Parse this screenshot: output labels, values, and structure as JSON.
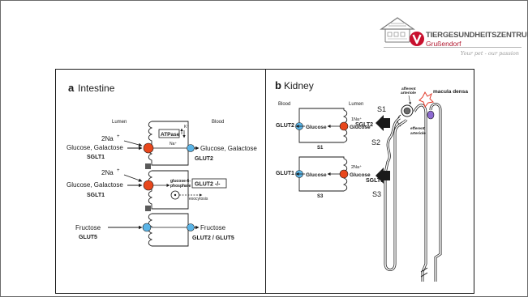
{
  "logo": {
    "name": "TIERGESUNDHEITSZENTRUM",
    "place": "Grußendorf",
    "tagline": "Your pet - our passion",
    "colors": {
      "red": "#c8102e",
      "gray": "#6e6e6e"
    }
  },
  "intestine": {
    "letter": "a",
    "title": "Intestine",
    "lumen": "Lumen",
    "blood": "Blood",
    "na_upper": "2Na",
    "na_lower": "2Na",
    "plus": "+",
    "sugar_upper": "Glucose, Galactose",
    "sglt1_upper": "SGLT1",
    "atpase": "ATPase",
    "k": "K⁺",
    "na_small": "Na⁺",
    "sugar_blood": "Glucose, Galactose",
    "glut2": "GLUT2",
    "sugar_lower": "Glucose, Galactose",
    "sglt1_lower": "SGLT1",
    "g6p_1": "glucose-6-",
    "g6p_2": "phosphate",
    "glut2_ko": "GLUT2 -/-",
    "exocytosis": "exocytosis",
    "fructose_lumen": "Fructose",
    "glut5": "GLUT5",
    "fructose_blood": "Fructose",
    "glut2_glut5": "GLUT2 / GLUT5"
  },
  "kidney": {
    "letter": "b",
    "title": "Kidney",
    "blood": "Blood",
    "lumen": "Lumen",
    "glut2": "GLUT2",
    "glucose_s1_blood": "Glucose",
    "na_s1": "1Na⁺",
    "glucose_s1_lumen": "Glucose",
    "s1_label": "S1",
    "glut1": "GLUT1",
    "glucose_s3_blood": "Glucose",
    "na_s3": "2Na⁺",
    "glucose_s3_lumen": "Glucose",
    "s3_label": "S3",
    "afferent_1": "afferent",
    "afferent_2": "arteriole",
    "efferent_1": "efferent",
    "efferent_2": "arteriole",
    "macula_densa": "macula densa",
    "seg_s1": "S1",
    "sglt2": "SGLT2",
    "seg_s2": "S2",
    "sglt1": "SGLT1",
    "seg_s3": "S3"
  },
  "colors": {
    "transporter_red": "#e8471c",
    "transporter_blue": "#5ab4e6",
    "macula": "#8d6ad1",
    "macula_outline": "#e23a2a",
    "ink": "#1a1a1a"
  }
}
